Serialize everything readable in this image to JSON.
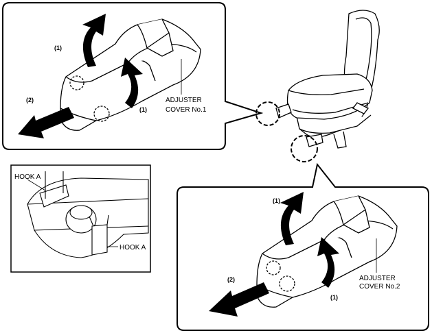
{
  "top_panel": {
    "step1_upper": "(1)",
    "step1_lower": "(1)",
    "step2": "(2)",
    "cover_line1": "ADJUSTER",
    "cover_line2": "COVER No.1"
  },
  "hook_panel": {
    "hook_top": "HOOK A",
    "hook_right": "HOOK A"
  },
  "bottom_panel": {
    "step1_upper": "(1)",
    "step1_lower": "(1)",
    "step2": "(2)",
    "cover_line1": "ADJUSTER",
    "cover_line2": "COVER No.2"
  },
  "colors": {
    "ink": "#000000",
    "paper": "#ffffff"
  }
}
